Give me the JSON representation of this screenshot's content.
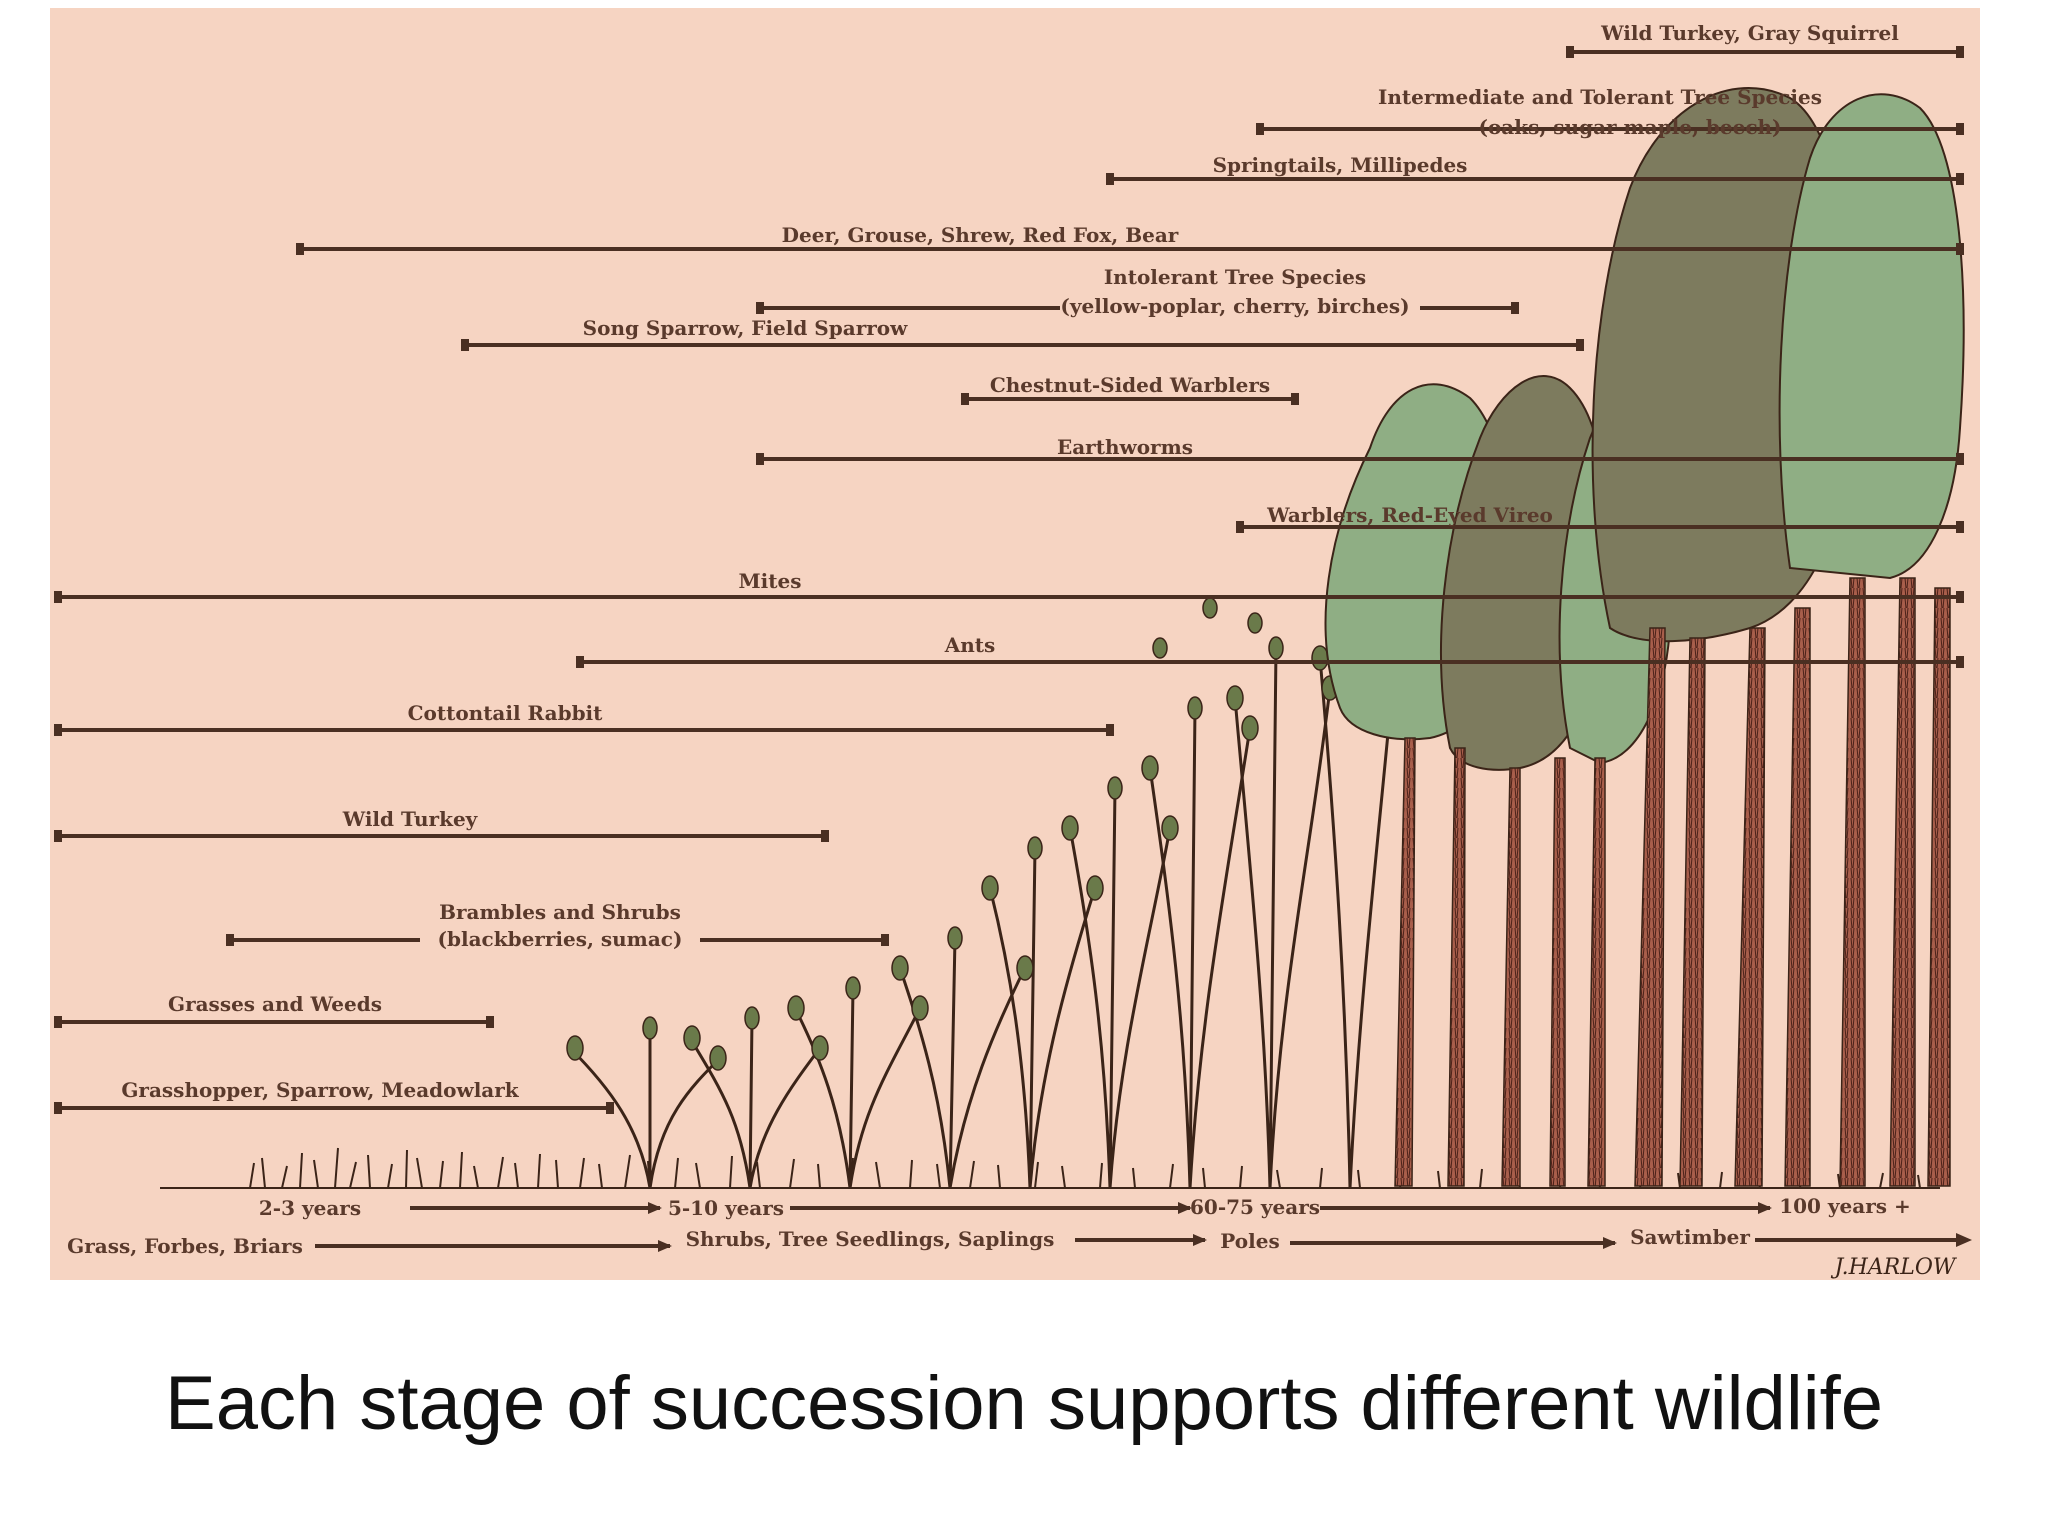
{
  "caption": "Each stage of succession supports different wildlife",
  "signature": "J.HARLOW",
  "labels": {
    "wild_turkey_gray_squirrel": "Wild Turkey, Gray Squirrel",
    "intermediate_1": "Intermediate and Tolerant Tree Species",
    "intermediate_2": "(oaks, sugar maple, beech)",
    "springtails": "Springtails, Millipedes",
    "deer": "Deer, Grouse, Shrew, Red Fox, Bear",
    "intolerant_1": "Intolerant Tree Species",
    "intolerant_2": "(yellow-poplar, cherry, birches)",
    "song_sparrow": "Song Sparrow, Field Sparrow",
    "chestnut": "Chestnut-Sided Warblers",
    "earthworms": "Earthworms",
    "warblers_vireo": "Warblers, Red-Eyed Vireo",
    "mites": "Mites",
    "ants": "Ants",
    "cottontail": "Cottontail Rabbit",
    "wild_turkey": "Wild Turkey",
    "brambles_1": "Brambles and Shrubs",
    "brambles_2": "(blackberries, sumac)",
    "grasses": "Grasses and Weeds",
    "grasshopper": "Grasshopper, Sparrow, Meadowlark"
  },
  "timeline": {
    "t1": "2-3 years",
    "t2": "5-10 years",
    "t3": "60-75 years",
    "t4": "100 years +"
  },
  "stages": {
    "s1": "Grass, Forbes, Briars",
    "s2": "Shrubs, Tree Seedlings, Saplings",
    "s3": "Poles",
    "s4": "Sawtimber"
  },
  "colors": {
    "background": "#f6d4c2",
    "ink": "#4a2f22",
    "canopy_green": "#8fae84",
    "canopy_olive": "#7d7b5e",
    "trunk": "#8a4a3a"
  }
}
